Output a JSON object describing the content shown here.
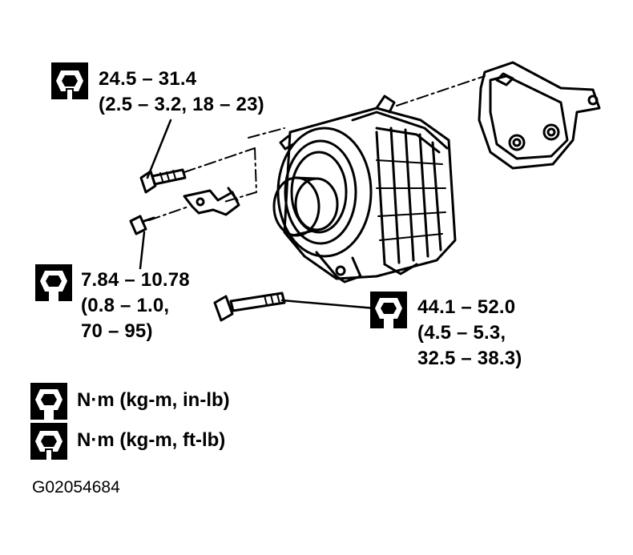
{
  "specs": {
    "upper_bolt": {
      "line1": "24.5 – 31.4",
      "line2": "(2.5 – 3.2, 18 – 23)"
    },
    "small_bolt": {
      "line1": "7.84 – 10.78",
      "line2": "(0.8 – 1.0,",
      "line3": "70 – 95)"
    },
    "long_bolt": {
      "line1": "44.1 – 52.0",
      "line2": "(4.5 – 5.3,",
      "line3": "32.5 – 38.3)"
    }
  },
  "legend": {
    "in_lb": "N·m (kg-m, in-lb)",
    "ft_lb": "N·m (kg-m, ft-lb)"
  },
  "figure_code": "G02054684",
  "icons": {
    "solid": "torque-wrench-solid-icon",
    "outline": "torque-wrench-outline-icon"
  }
}
